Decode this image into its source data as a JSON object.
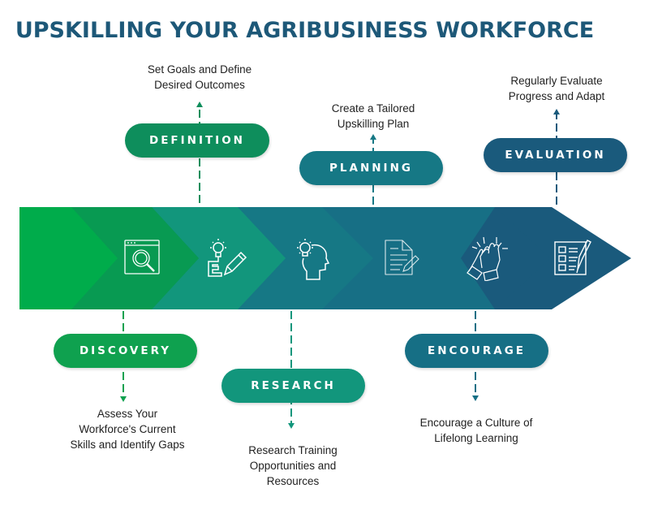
{
  "title": "UPSKILLING YOUR AGRIBUSINESS WORKFORCE",
  "colors": {
    "title": "#1d5878",
    "discovery": "#0fa14f",
    "definition": "#0e8e5c",
    "research": "#12967c",
    "planning": "#167885",
    "encourage": "#166f85",
    "evaluation": "#1a5a7c"
  },
  "steps": [
    {
      "label": "DISCOVERY",
      "description_lines": [
        "Assess Your",
        "Workforce's Current",
        "Skills and Identify Gaps"
      ],
      "icon": "browser-search-icon",
      "position": "below"
    },
    {
      "label": "DEFINITION",
      "description_lines": [
        "Set Goals and Define",
        "Desired Outcomes"
      ],
      "icon": "lightbulb-pencil-icon",
      "position": "above"
    },
    {
      "label": "RESEARCH",
      "description_lines": [
        "Research Training",
        "Opportunities and",
        "Resources"
      ],
      "icon": "head-lightbulb-icon",
      "position": "below"
    },
    {
      "label": "PLANNING",
      "description_lines": [
        "Create a Tailored",
        "Upskilling Plan"
      ],
      "icon": "document-pencil-icon",
      "position": "above"
    },
    {
      "label": "ENCOURAGE",
      "description_lines": [
        "Encourage a Culture of",
        "Lifelong Learning"
      ],
      "icon": "high-five-icon",
      "position": "below"
    },
    {
      "label": "EVALUATION",
      "description_lines": [
        "Regularly Evaluate",
        "Progress and Adapt"
      ],
      "icon": "checklist-pen-icon",
      "position": "above"
    }
  ]
}
